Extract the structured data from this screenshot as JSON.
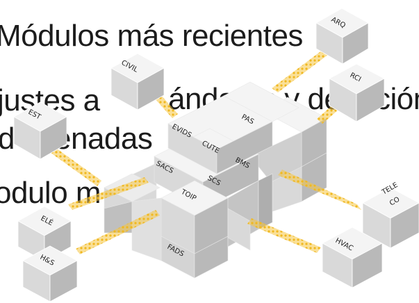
{
  "lines": [
    "Módulos más recientes",
    "justes a",
    "ándares y de",
    "ción",
    "d",
    "enadas",
    "odulo m"
  ],
  "cubes": {
    "arq": "ARQ",
    "rci": "RCI",
    "civil": "CIVIL",
    "est": "EST",
    "ele": "ELÉ",
    "hs": "H&S",
    "hvac": "HVAC",
    "tele1": "TELE",
    "tele2": "CO"
  },
  "blocks": [
    "PAS",
    "EVIDS",
    "CUTE",
    "BMS",
    "SACS",
    "SCS",
    "TOIP",
    "FADS"
  ],
  "colors": {
    "top": "#f4f4f4",
    "left": "#d9d9d9",
    "right": "#b9b9b9",
    "arrow": "#f6c644"
  }
}
